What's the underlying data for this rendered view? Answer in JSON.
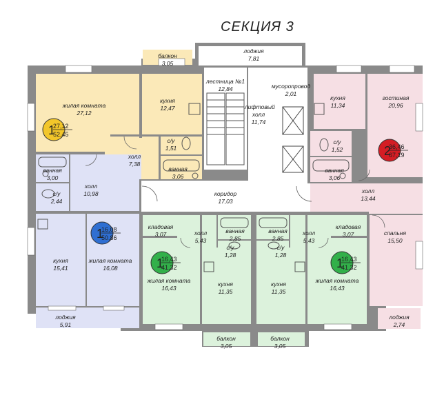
{
  "title": "СЕКЦИЯ 3",
  "colors": {
    "wall": "#8a8a8a",
    "apt_yellow": "#fbe9b8",
    "apt_blue": "#dfe2f6",
    "apt_pink": "#f6dfe4",
    "apt_green": "#dcf2dc",
    "common": "#ffffff",
    "badge_yellow": "#f2c62a",
    "badge_blue": "#2f6fd2",
    "badge_green": "#32b04a",
    "badge_red": "#d41d24"
  },
  "rooms": [
    {
      "id": "loggia-top",
      "name": "лоджия",
      "area": "7,81"
    },
    {
      "id": "balcony-top",
      "name": "балкон",
      "area": "3,05"
    },
    {
      "id": "stair",
      "name": "лестница №1",
      "area": "12,84"
    },
    {
      "id": "chute",
      "name": "мусоропровод",
      "area": "2,01"
    },
    {
      "id": "lift-hall",
      "name": "лифтовый холл",
      "area": "11,74"
    },
    {
      "id": "y-living",
      "name": "жилая комната",
      "area": "27,12"
    },
    {
      "id": "y-kitchen",
      "name": "кухня",
      "area": "12,47"
    },
    {
      "id": "y-hall",
      "name": "холл",
      "area": "7,38"
    },
    {
      "id": "y-wc",
      "name": "с/у",
      "area": "1,51"
    },
    {
      "id": "y-bath",
      "name": "ванная",
      "area": "3,06"
    },
    {
      "id": "b-bath",
      "name": "ванная",
      "area": "3,00"
    },
    {
      "id": "b-wc",
      "name": "с/у",
      "area": "2,44"
    },
    {
      "id": "b-hall",
      "name": "холл",
      "area": "10,98"
    },
    {
      "id": "b-kitchen",
      "name": "кухня",
      "area": "15,41"
    },
    {
      "id": "b-living",
      "name": "жилая комната",
      "area": "16,08"
    },
    {
      "id": "b-loggia",
      "name": "лоджия",
      "area": "5,91"
    },
    {
      "id": "corridor",
      "name": "коридор",
      "area": "17,03"
    },
    {
      "id": "p-kitchen",
      "name": "кухня",
      "area": "11,34"
    },
    {
      "id": "p-lounge",
      "name": "гостиная",
      "area": "20,96"
    },
    {
      "id": "p-wc",
      "name": "с/у",
      "area": "1,52"
    },
    {
      "id": "p-bath",
      "name": "ванная",
      "area": "3,06"
    },
    {
      "id": "p-hall",
      "name": "холл",
      "area": "13,44"
    },
    {
      "id": "p-bedroom",
      "name": "спальня",
      "area": "15,50"
    },
    {
      "id": "p-loggia",
      "name": "лоджия",
      "area": "2,74"
    },
    {
      "id": "g1-closet",
      "name": "кладовая",
      "area": "3,07"
    },
    {
      "id": "g1-hall",
      "name": "холл",
      "area": "5,43"
    },
    {
      "id": "g1-bath",
      "name": "ванная",
      "area": "2,85"
    },
    {
      "id": "g1-wc",
      "name": "с/у",
      "area": "1,28"
    },
    {
      "id": "g1-living",
      "name": "жилая комната",
      "area": "16,43"
    },
    {
      "id": "g1-kitchen",
      "name": "кухня",
      "area": "11,35"
    },
    {
      "id": "g1-balcony",
      "name": "балкон",
      "area": "3,05"
    },
    {
      "id": "g2-bath",
      "name": "ванная",
      "area": "2,85"
    },
    {
      "id": "g2-wc",
      "name": "с/у",
      "area": "1,28"
    },
    {
      "id": "g2-hall",
      "name": "холл",
      "area": "5,43"
    },
    {
      "id": "g2-closet",
      "name": "кладовая",
      "area": "3,07"
    },
    {
      "id": "g2-kitchen",
      "name": "кухня",
      "area": "11,35"
    },
    {
      "id": "g2-living",
      "name": "жилая комната",
      "area": "16,43"
    },
    {
      "id": "g2-balcony",
      "name": "балкон",
      "area": "3,05"
    }
  ],
  "badges": [
    {
      "id": "yellow",
      "rooms": "1",
      "living": "27,12",
      "total": "52,45",
      "color": "#f2c62a"
    },
    {
      "id": "blue",
      "rooms": "1",
      "living": "16,08",
      "total": "50,86",
      "color": "#2f6fd2"
    },
    {
      "id": "pink",
      "rooms": "2",
      "living": "36,46",
      "total": "67,19",
      "color": "#d41d24"
    },
    {
      "id": "green1",
      "rooms": "1",
      "living": "16,43",
      "total": "41,32",
      "color": "#32b04a"
    },
    {
      "id": "green2",
      "rooms": "1",
      "living": "16,43",
      "total": "41,32",
      "color": "#32b04a"
    }
  ]
}
